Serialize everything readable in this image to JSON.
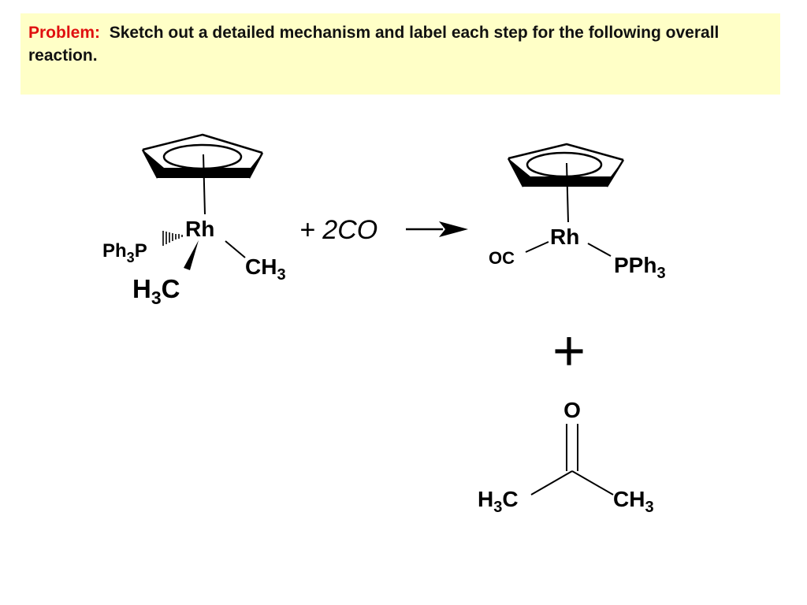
{
  "problem": {
    "label": "Problem:",
    "text": "Sketch out a detailed mechanism and label each step for the following overall reaction."
  },
  "colors": {
    "problem_label": "#e01010",
    "box_background": "#ffffc7",
    "ink": "#000000"
  },
  "reactant": {
    "metal": "Rh",
    "phosphine_prefix": "Ph",
    "phosphine_sub": "3",
    "phosphine_suffix": "P",
    "methyl_right": "CH",
    "methyl_right_sub": "3",
    "methyl_left_prefix": "H",
    "methyl_left_sub": "3",
    "methyl_left_suffix": "C"
  },
  "reagent": {
    "text": "+ 2CO"
  },
  "product_complex": {
    "metal": "Rh",
    "carbonyl": "OC",
    "phosphine": "PPh",
    "phosphine_sub": "3"
  },
  "plus": "+",
  "acetone": {
    "oxygen": "O",
    "left_prefix": "H",
    "left_sub": "3",
    "left_suffix": "C",
    "right": "CH",
    "right_sub": "3"
  }
}
